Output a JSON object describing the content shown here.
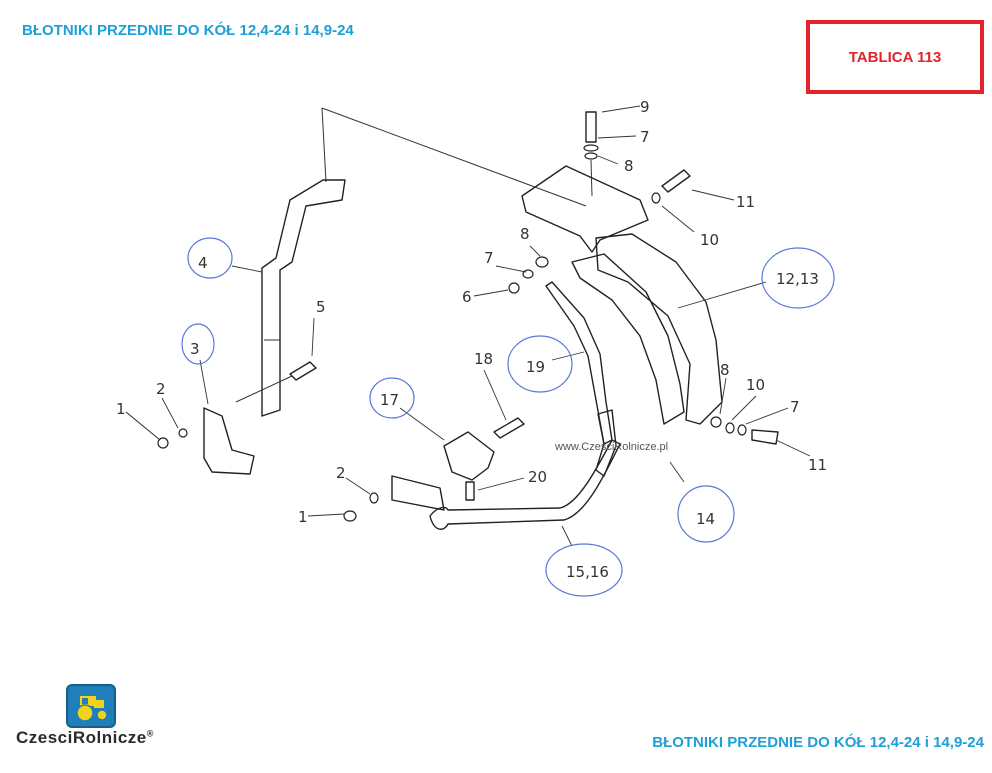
{
  "header": {
    "title": "BŁOTNIKI PRZEDNIE DO KÓŁ 12,4-24 i 14,9-24"
  },
  "plate": {
    "label": "TABLICA 113"
  },
  "footer": {
    "title": "BŁOTNIKI PRZEDNIE DO KÓŁ 12,4-24 i 14,9-24"
  },
  "watermark": {
    "text": "www.CzesciRolnicze.pl"
  },
  "logo": {
    "text": "CzesciRolnicze",
    "mark": "®"
  },
  "colors": {
    "title": "#1e9fd6",
    "plate": "#e3242b",
    "circle": "#5a78d8"
  },
  "callouts": {
    "c1a": "1",
    "c1b": "1",
    "c2a": "2",
    "c2b": "2",
    "c3": "3",
    "c4": "4",
    "c5": "5",
    "c6": "6",
    "c7a": "7",
    "c7b": "7",
    "c7c": "7",
    "c8a": "8",
    "c8b": "8",
    "c8c": "8",
    "c9": "9",
    "c10a": "10",
    "c10b": "10",
    "c11a": "11",
    "c11b": "11",
    "c12_13": "12,13",
    "c14": "14",
    "c15_16": "15,16",
    "c17": "17",
    "c18": "18",
    "c19": "19",
    "c20": "20"
  }
}
